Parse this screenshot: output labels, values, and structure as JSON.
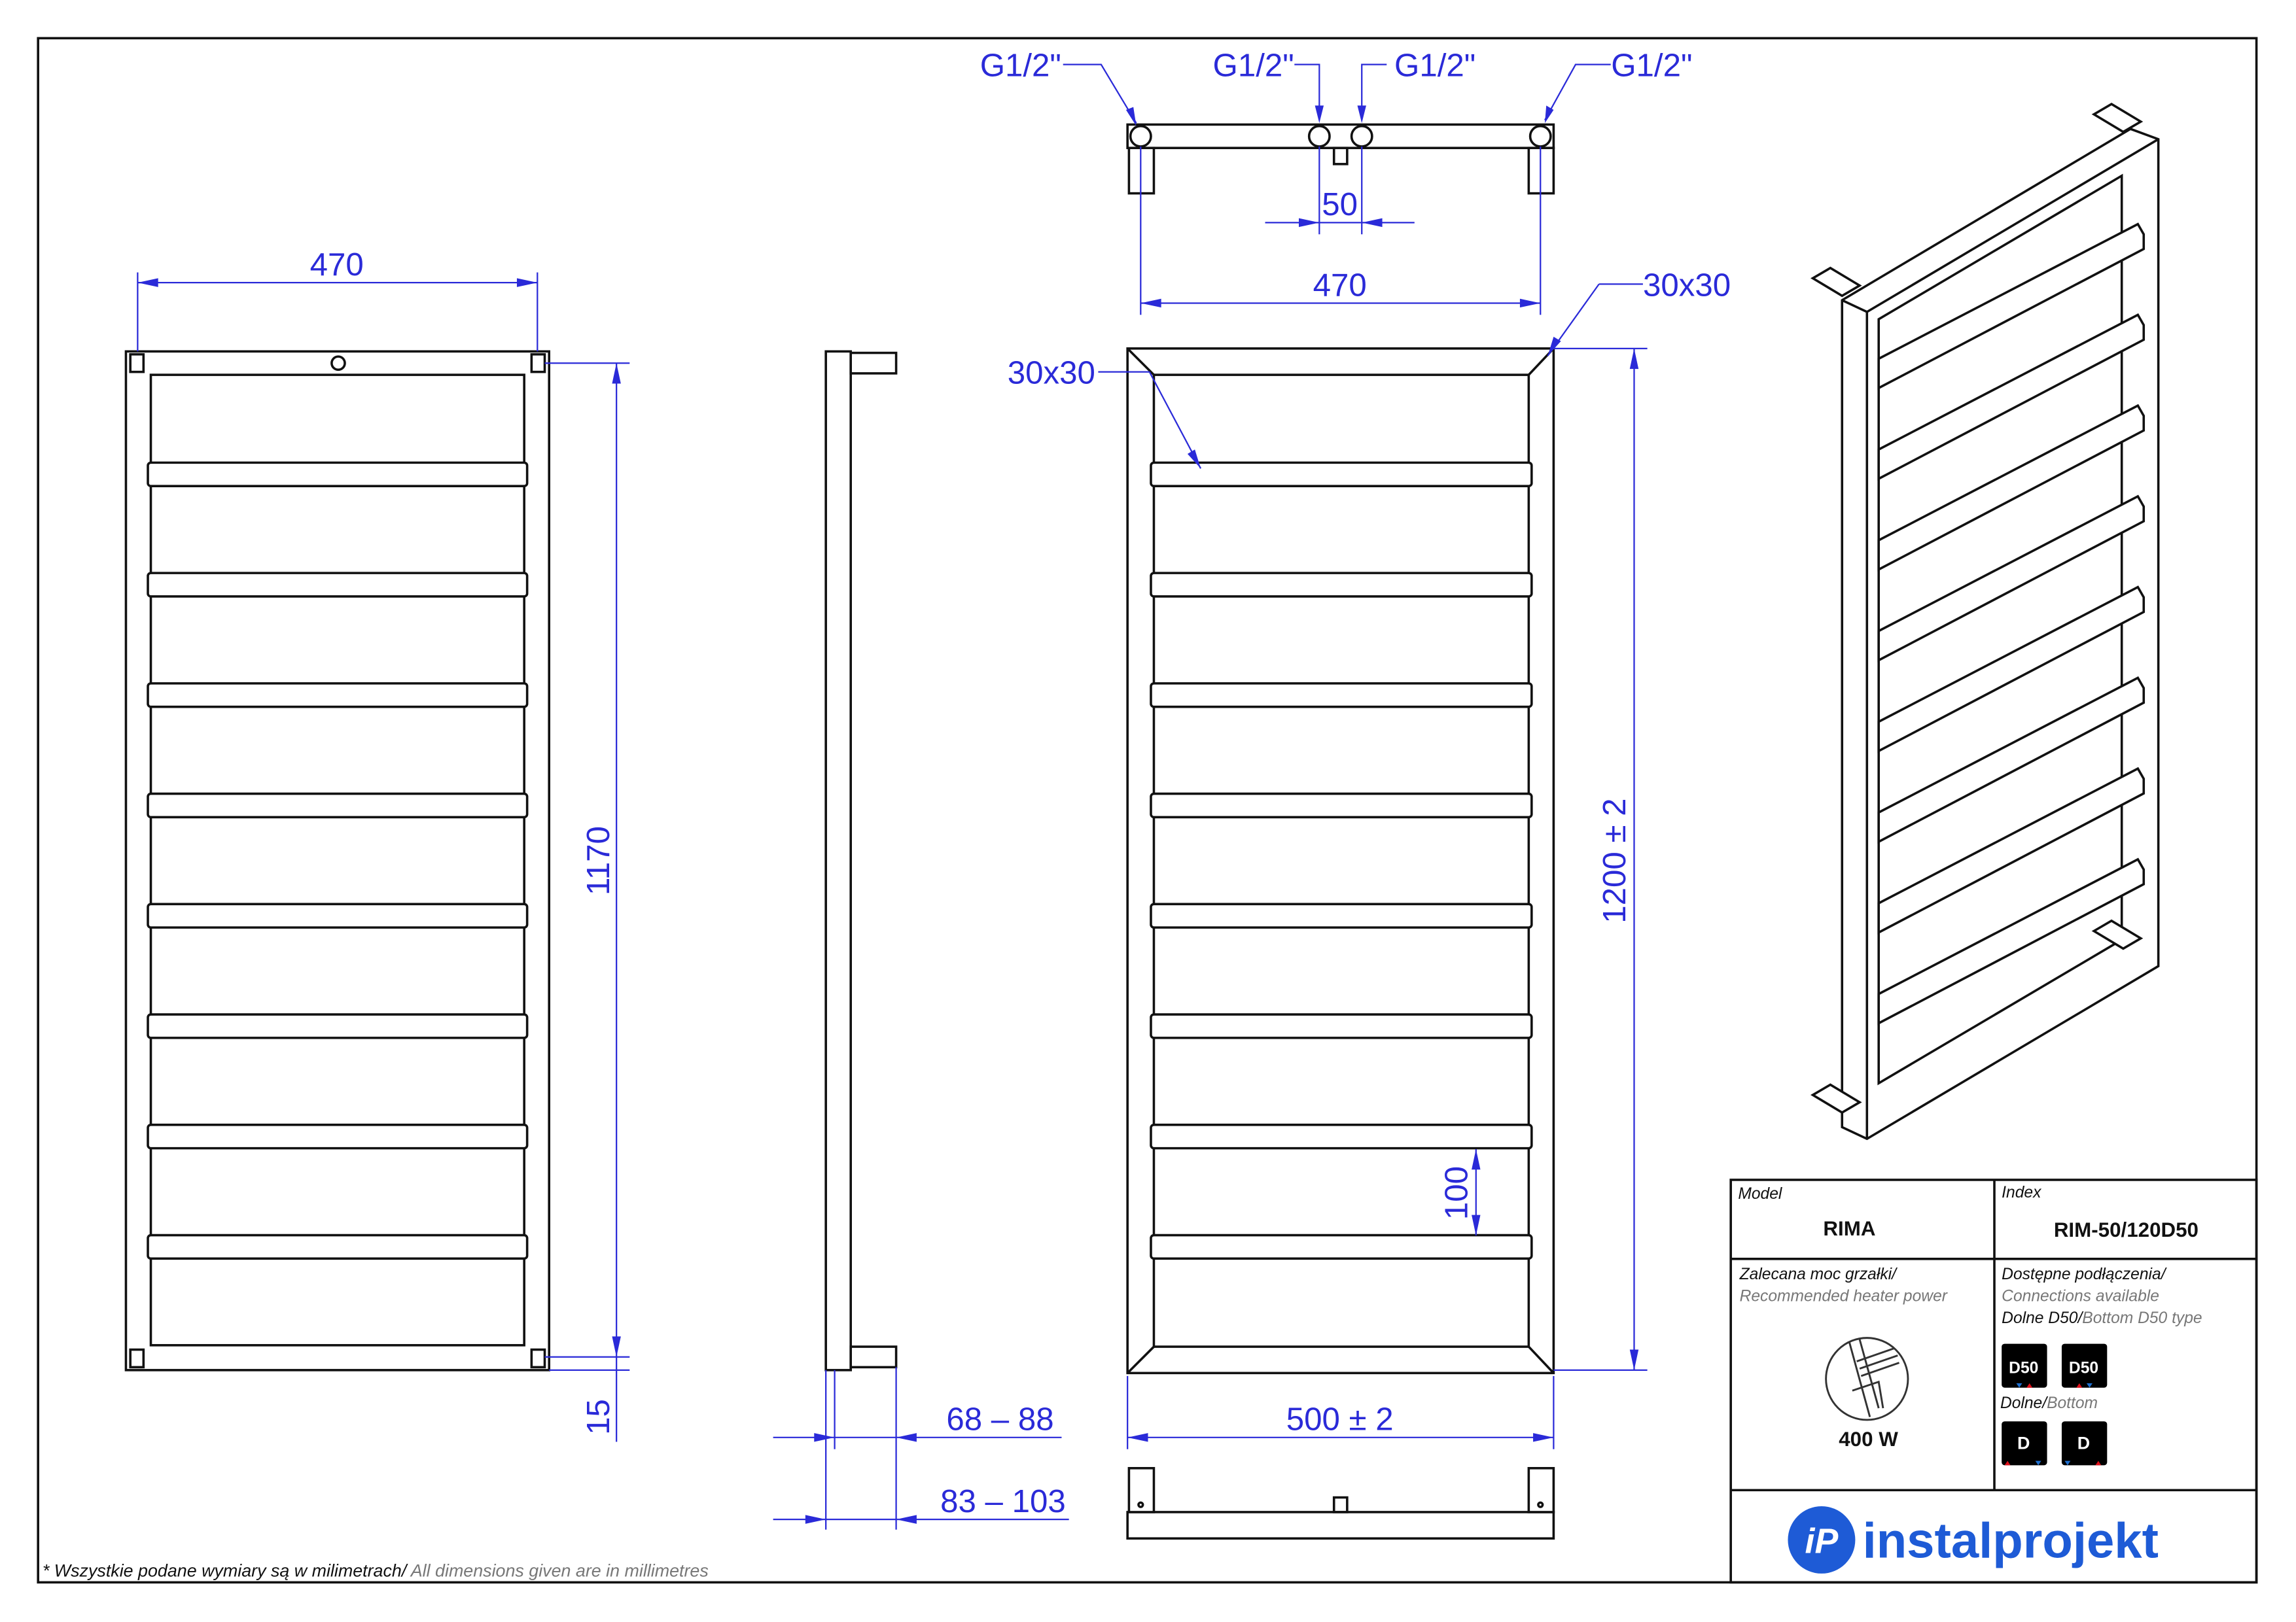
{
  "dimensions": {
    "top_connections": [
      "G1/2\"",
      "G1/2\"",
      "G1/2\"",
      "G1/2\""
    ],
    "connection_spacing": "50",
    "top_width": "470",
    "front_width": "470",
    "front_height": "1170",
    "bottom_offset": "15",
    "depth_1": "68 – 88",
    "depth_2": "83 – 103",
    "profile_1": "30x30",
    "profile_2": "30x30",
    "total_height": "1200 ± 2",
    "total_width": "500 ± 2",
    "rung_spacing": "100"
  },
  "rung_count": 8,
  "title_block": {
    "model_label": "Model",
    "model_value": "RIMA",
    "index_label": "Index",
    "index_value": "RIM-50/120D50",
    "power_label_pl": "Zalecana moc grzałki/",
    "power_label_en": "Recommended heater power",
    "power_value": "400 W",
    "connections_label_pl": "Dostępne podłączenia/",
    "connections_label_en": "Connections available",
    "d50_label_pl": "Dolne D50/",
    "d50_label_en": "Bottom D50 type",
    "d50_badges": [
      "D50",
      "D50"
    ],
    "bottom_label_pl": "Dolne/",
    "bottom_label_en": "Bottom",
    "d_badges": [
      "D",
      "D"
    ],
    "brand": "instalprojekt",
    "logo_mark": "iP"
  },
  "footnote": {
    "pl": "* Wszystkie podane wymiary są w milimetrach/",
    "en": " All dimensions given are in millimetres"
  },
  "colors": {
    "dimension": "#2a2ad8",
    "brand": "#1e5bd6",
    "hot": "#e0101a",
    "cold": "#1e6fd0"
  }
}
